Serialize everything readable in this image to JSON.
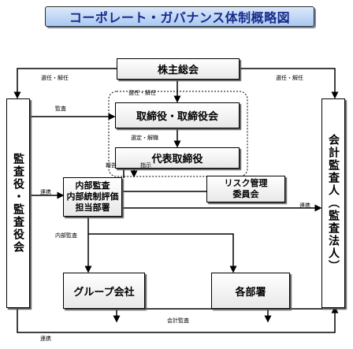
{
  "title": "コーポレート・ガバナンス体制概略図",
  "nodes": {
    "shareholders": "株主総会",
    "board": "取締役・取締役会",
    "representative": "代表取締役",
    "auditors": "監査役・監査役会",
    "accounting_auditor": "会計監査人（監査法人）",
    "internal_audit": [
      "内部監査",
      "内部統制評価",
      "担当部署"
    ],
    "risk_committee": [
      "リスク管理",
      "委員会"
    ],
    "group_companies": "グループ会社",
    "departments": "各部署"
  },
  "labels": {
    "elect_dismiss_left": "選任・解任",
    "elect_dismiss_right": "選任・解任",
    "elect_dismiss_board": "選任・解任",
    "appoint_dismiss": "選定・解職",
    "audit": "監査",
    "report": "報告",
    "instruction": "指示",
    "cooperation_left": "連携",
    "cooperation_right": "連携",
    "internal_audit_arrow": "内部監査",
    "accounting_audit": "会計監査",
    "cooperation_bottom": "連携"
  }
}
